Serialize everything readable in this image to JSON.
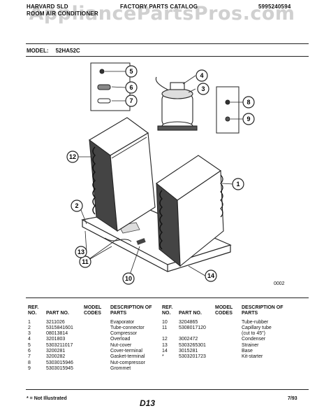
{
  "header": {
    "left_line1": "HARVARD SLD",
    "left_line2": "ROOM AIR CONDITIONER",
    "center": "FACTORY PARTS CATALOG",
    "catalog_no": "5995240594"
  },
  "watermark": "AppliancePartsPros.com",
  "model_label": "MODEL:",
  "model_value": "52HA52C",
  "figure_code": "0002",
  "callouts": [
    "1",
    "2",
    "3",
    "4",
    "5",
    "6",
    "7",
    "8",
    "9",
    "10",
    "11",
    "12",
    "13",
    "14"
  ],
  "table_headers": {
    "ref": "REF. NO.",
    "part": "PART NO.",
    "model": "MODEL CODES",
    "desc": "DESCRIPTION OF PARTS"
  },
  "parts_left": [
    {
      "ref": "1",
      "part": "3211026",
      "desc": "Evaporator"
    },
    {
      "ref": "2",
      "part": "5315841601",
      "desc": "Tube-connector"
    },
    {
      "ref": "3",
      "part": "08013814",
      "desc": "Compressor"
    },
    {
      "ref": "4",
      "part": "3201803",
      "desc": "Overload"
    },
    {
      "ref": "5",
      "part": "5303211017",
      "desc": "Nut-cover"
    },
    {
      "ref": "6",
      "part": "3200281",
      "desc": "Cover-terminal"
    },
    {
      "ref": "7",
      "part": "3200282",
      "desc": "Gasket-terminal"
    },
    {
      "ref": "8",
      "part": "5303015946",
      "desc": "Nut-compressor"
    },
    {
      "ref": "9",
      "part": "5303015945",
      "desc": "Grommet"
    }
  ],
  "parts_right": [
    {
      "ref": "10",
      "part": "3204865",
      "desc": "Tube-rubber"
    },
    {
      "ref": "11",
      "part": "5308017120",
      "desc": "Capillary tube"
    },
    {
      "ref": "",
      "part": "",
      "desc": "(cut to 45\")"
    },
    {
      "ref": "12",
      "part": "3002472",
      "desc": "Condenser"
    },
    {
      "ref": "13",
      "part": "5303265301",
      "desc": "Strainer"
    },
    {
      "ref": "14",
      "part": "3015281",
      "desc": "Base"
    },
    {
      "ref": "",
      "part": "",
      "desc": ""
    },
    {
      "ref": "*",
      "part": "5303201723",
      "desc": "Kit-starter"
    }
  ],
  "footer": {
    "note": "* = Not Illustrated",
    "page": "D13",
    "date": "7/93"
  }
}
